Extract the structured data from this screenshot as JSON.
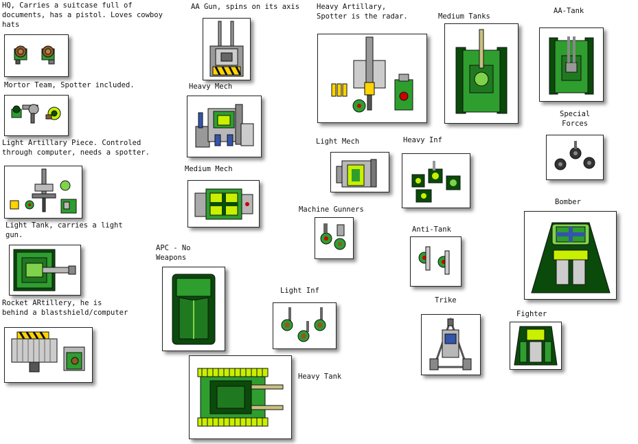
{
  "units": {
    "hq": {
      "label": "HQ, Carries a suitcase full of\ndocuments, has a pistol.  Loves cowboy\nhats"
    },
    "mortar_team": {
      "label": "Mortor Team, Spotter included."
    },
    "light_artillery": {
      "label": "Light Artillary Piece.  Controled\nthrough computer, needs a spotter."
    },
    "light_tank": {
      "label": "Light Tank, carries a light\ngun."
    },
    "rocket_artillery": {
      "label": "Rocket ARtillery, he is\nbehind a blastshield/computer"
    },
    "aa_gun": {
      "label": "AA Gun, spins on its axis"
    },
    "heavy_mech": {
      "label": "Heavy Mech"
    },
    "medium_mech": {
      "label": "Medium Mech"
    },
    "apc": {
      "label": "APC - No\nWeapons"
    },
    "heavy_tank": {
      "label": "Heavy Tank"
    },
    "light_inf": {
      "label": "Light Inf"
    },
    "heavy_artillery": {
      "label": "Heavy Artillary,\nSpotter is the radar."
    },
    "light_mech": {
      "label": "Light Mech"
    },
    "machine_gunners": {
      "label": "Machine Gunners"
    },
    "medium_tanks": {
      "label": "Medium Tanks"
    },
    "heavy_inf": {
      "label": "Heavy Inf"
    },
    "anti_tank": {
      "label": "Anti-Tank"
    },
    "trike": {
      "label": "Trike"
    },
    "aa_tank": {
      "label": "AA-Tank"
    },
    "special_forces": {
      "label": "Special\nForces"
    },
    "bomber": {
      "label": "Bomber"
    },
    "fighter": {
      "label": "Fighter"
    }
  },
  "colors": {
    "green_dark": "#0a4a0a",
    "green": "#2e9e2e",
    "green_light": "#7fd34a",
    "yellow_green": "#c8f000",
    "hazard_yellow": "#ffd400",
    "metal": "#b8b8b8",
    "metal_dark": "#555555",
    "red_sensor": "#cc0000",
    "skin_brown": "#8b5a2b"
  }
}
